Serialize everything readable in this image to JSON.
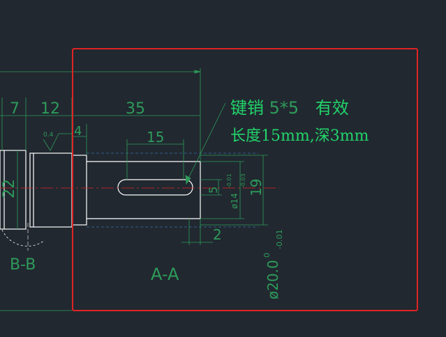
{
  "colors": {
    "background": "#212830",
    "outline": "#ffffff",
    "dimension": "#2e9b5a",
    "annotation": "#22d46a",
    "centerline": "#e02424",
    "highlight_box": "#e02424",
    "hidden": "#3b6fa8"
  },
  "dimensions": {
    "d7": "7",
    "d12": "12",
    "d35": "35",
    "d4": "4",
    "d15": "15",
    "d22": "22",
    "d5": "5",
    "d2": "2",
    "d19": "19",
    "dia14": "ø14",
    "dia14_tol_upper": "-0.01",
    "dia14_tol_lower": "-0.03",
    "dia20": "ø20.0",
    "dia20_tol_upper": "0",
    "dia20_tol_lower": "-0.01",
    "roughness": "0.4"
  },
  "annotation": {
    "line1_key": "键销",
    "line1_size": "5*5",
    "line1_valid": "有效",
    "line2": "长度15mm,深3mm"
  },
  "section_labels": {
    "bb": "B-B",
    "aa": "A-A"
  }
}
